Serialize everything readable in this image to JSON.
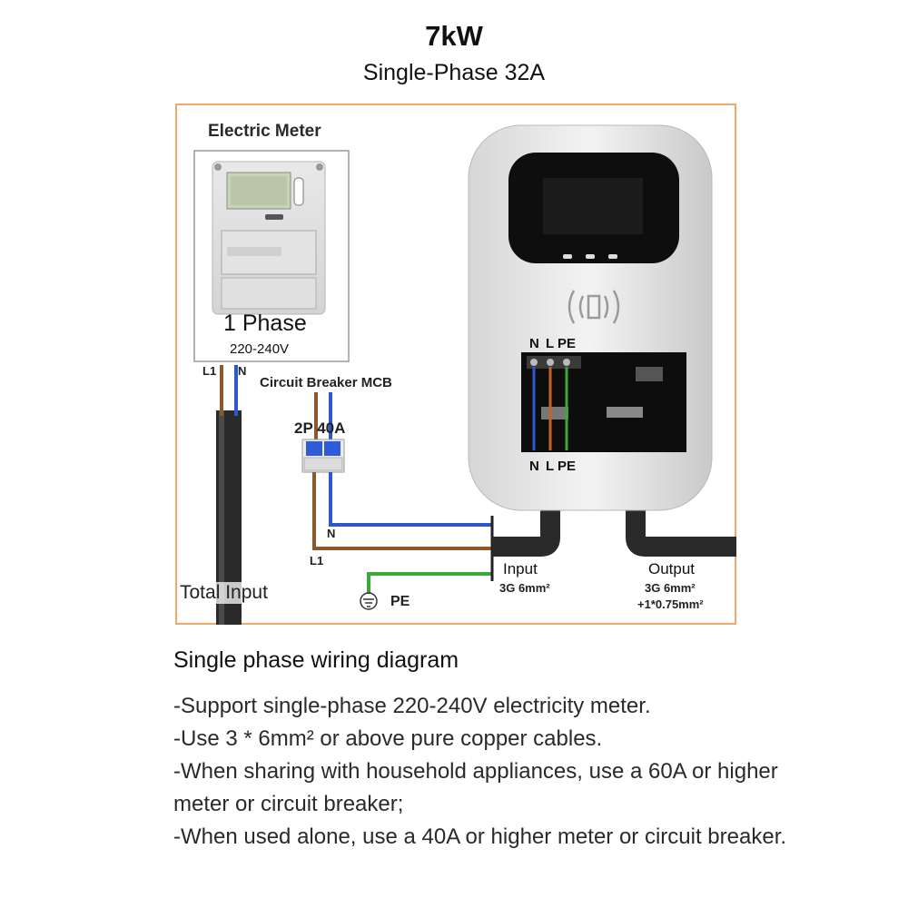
{
  "header": {
    "title": "7kW",
    "subtitle": "Single-Phase 32A"
  },
  "diagram": {
    "meter_title": "Electric Meter",
    "meter_phase": "1 Phase",
    "meter_voltage": "220-240V",
    "meter_l1_label": "L1",
    "meter_n_label": "N",
    "breaker_title": "Circuit Breaker MCB",
    "breaker_rating": "2P 40A",
    "charger_top_terminals": [
      "N",
      "L",
      "PE"
    ],
    "charger_bottom_terminals": [
      "N",
      "L",
      "PE"
    ],
    "wire_n_label": "N",
    "wire_l1_label": "L1",
    "pe_label": "PE",
    "total_input_label": "Total Input",
    "input_label": "Input",
    "input_cable": "3G 6mm²",
    "output_label": "Output",
    "output_cable_1": "3G 6mm²",
    "output_cable_2": "+1*0.75mm²",
    "colors": {
      "live_brown": "#8a5a2b",
      "neutral_blue": "#2d59c8",
      "earth_green": "#3aaa35",
      "frame_orange": "#f0a868"
    }
  },
  "description": {
    "heading": "Single phase wiring diagram",
    "notes": [
      "-Support single-phase 220-240V electricity meter.",
      "-Use 3 * 6mm² or above pure copper cables.",
      "-When sharing with household appliances, use a 60A or higher meter or circuit breaker;",
      "-When used alone, use a 40A or higher meter or circuit breaker."
    ]
  }
}
